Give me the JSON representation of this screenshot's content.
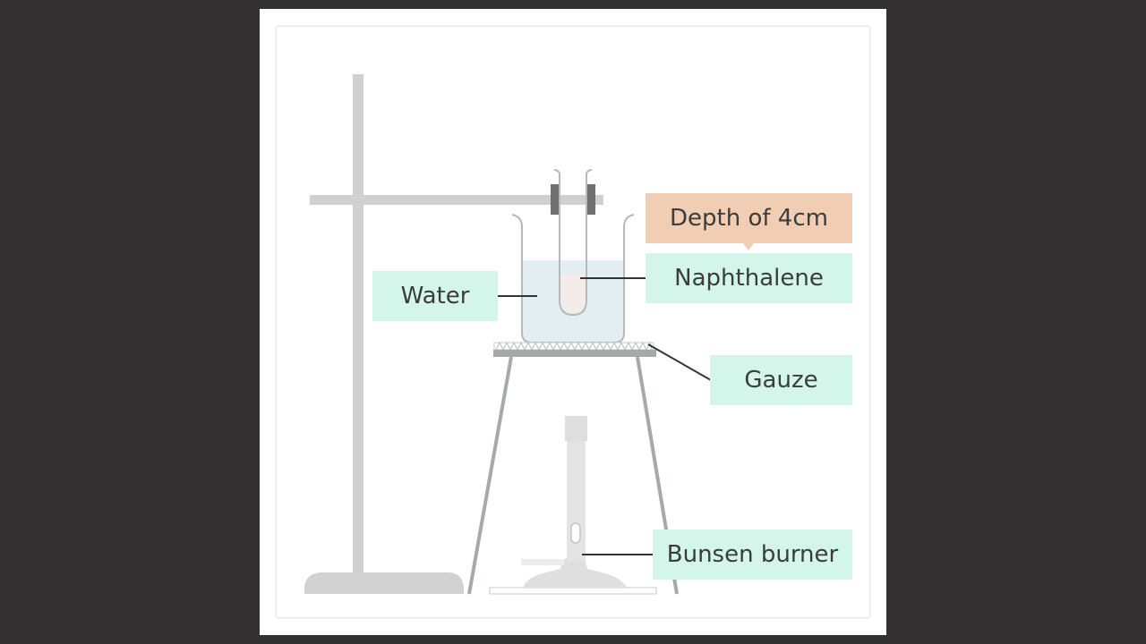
{
  "colors": {
    "background": "#333132",
    "label_fill": "#d3f5ea",
    "depth_label_fill": "#f1cdb3",
    "stand": "#d0d0d0",
    "water": "#e2eef1",
    "naphthalene": "#f3ebe8",
    "tripod": "#a3aaa7"
  },
  "labels": {
    "depth": "Depth of 4cm",
    "naphthalene": "Naphthalene",
    "water": "Water",
    "gauze": "Gauze",
    "bunsen_burner": "Bunsen burner"
  }
}
